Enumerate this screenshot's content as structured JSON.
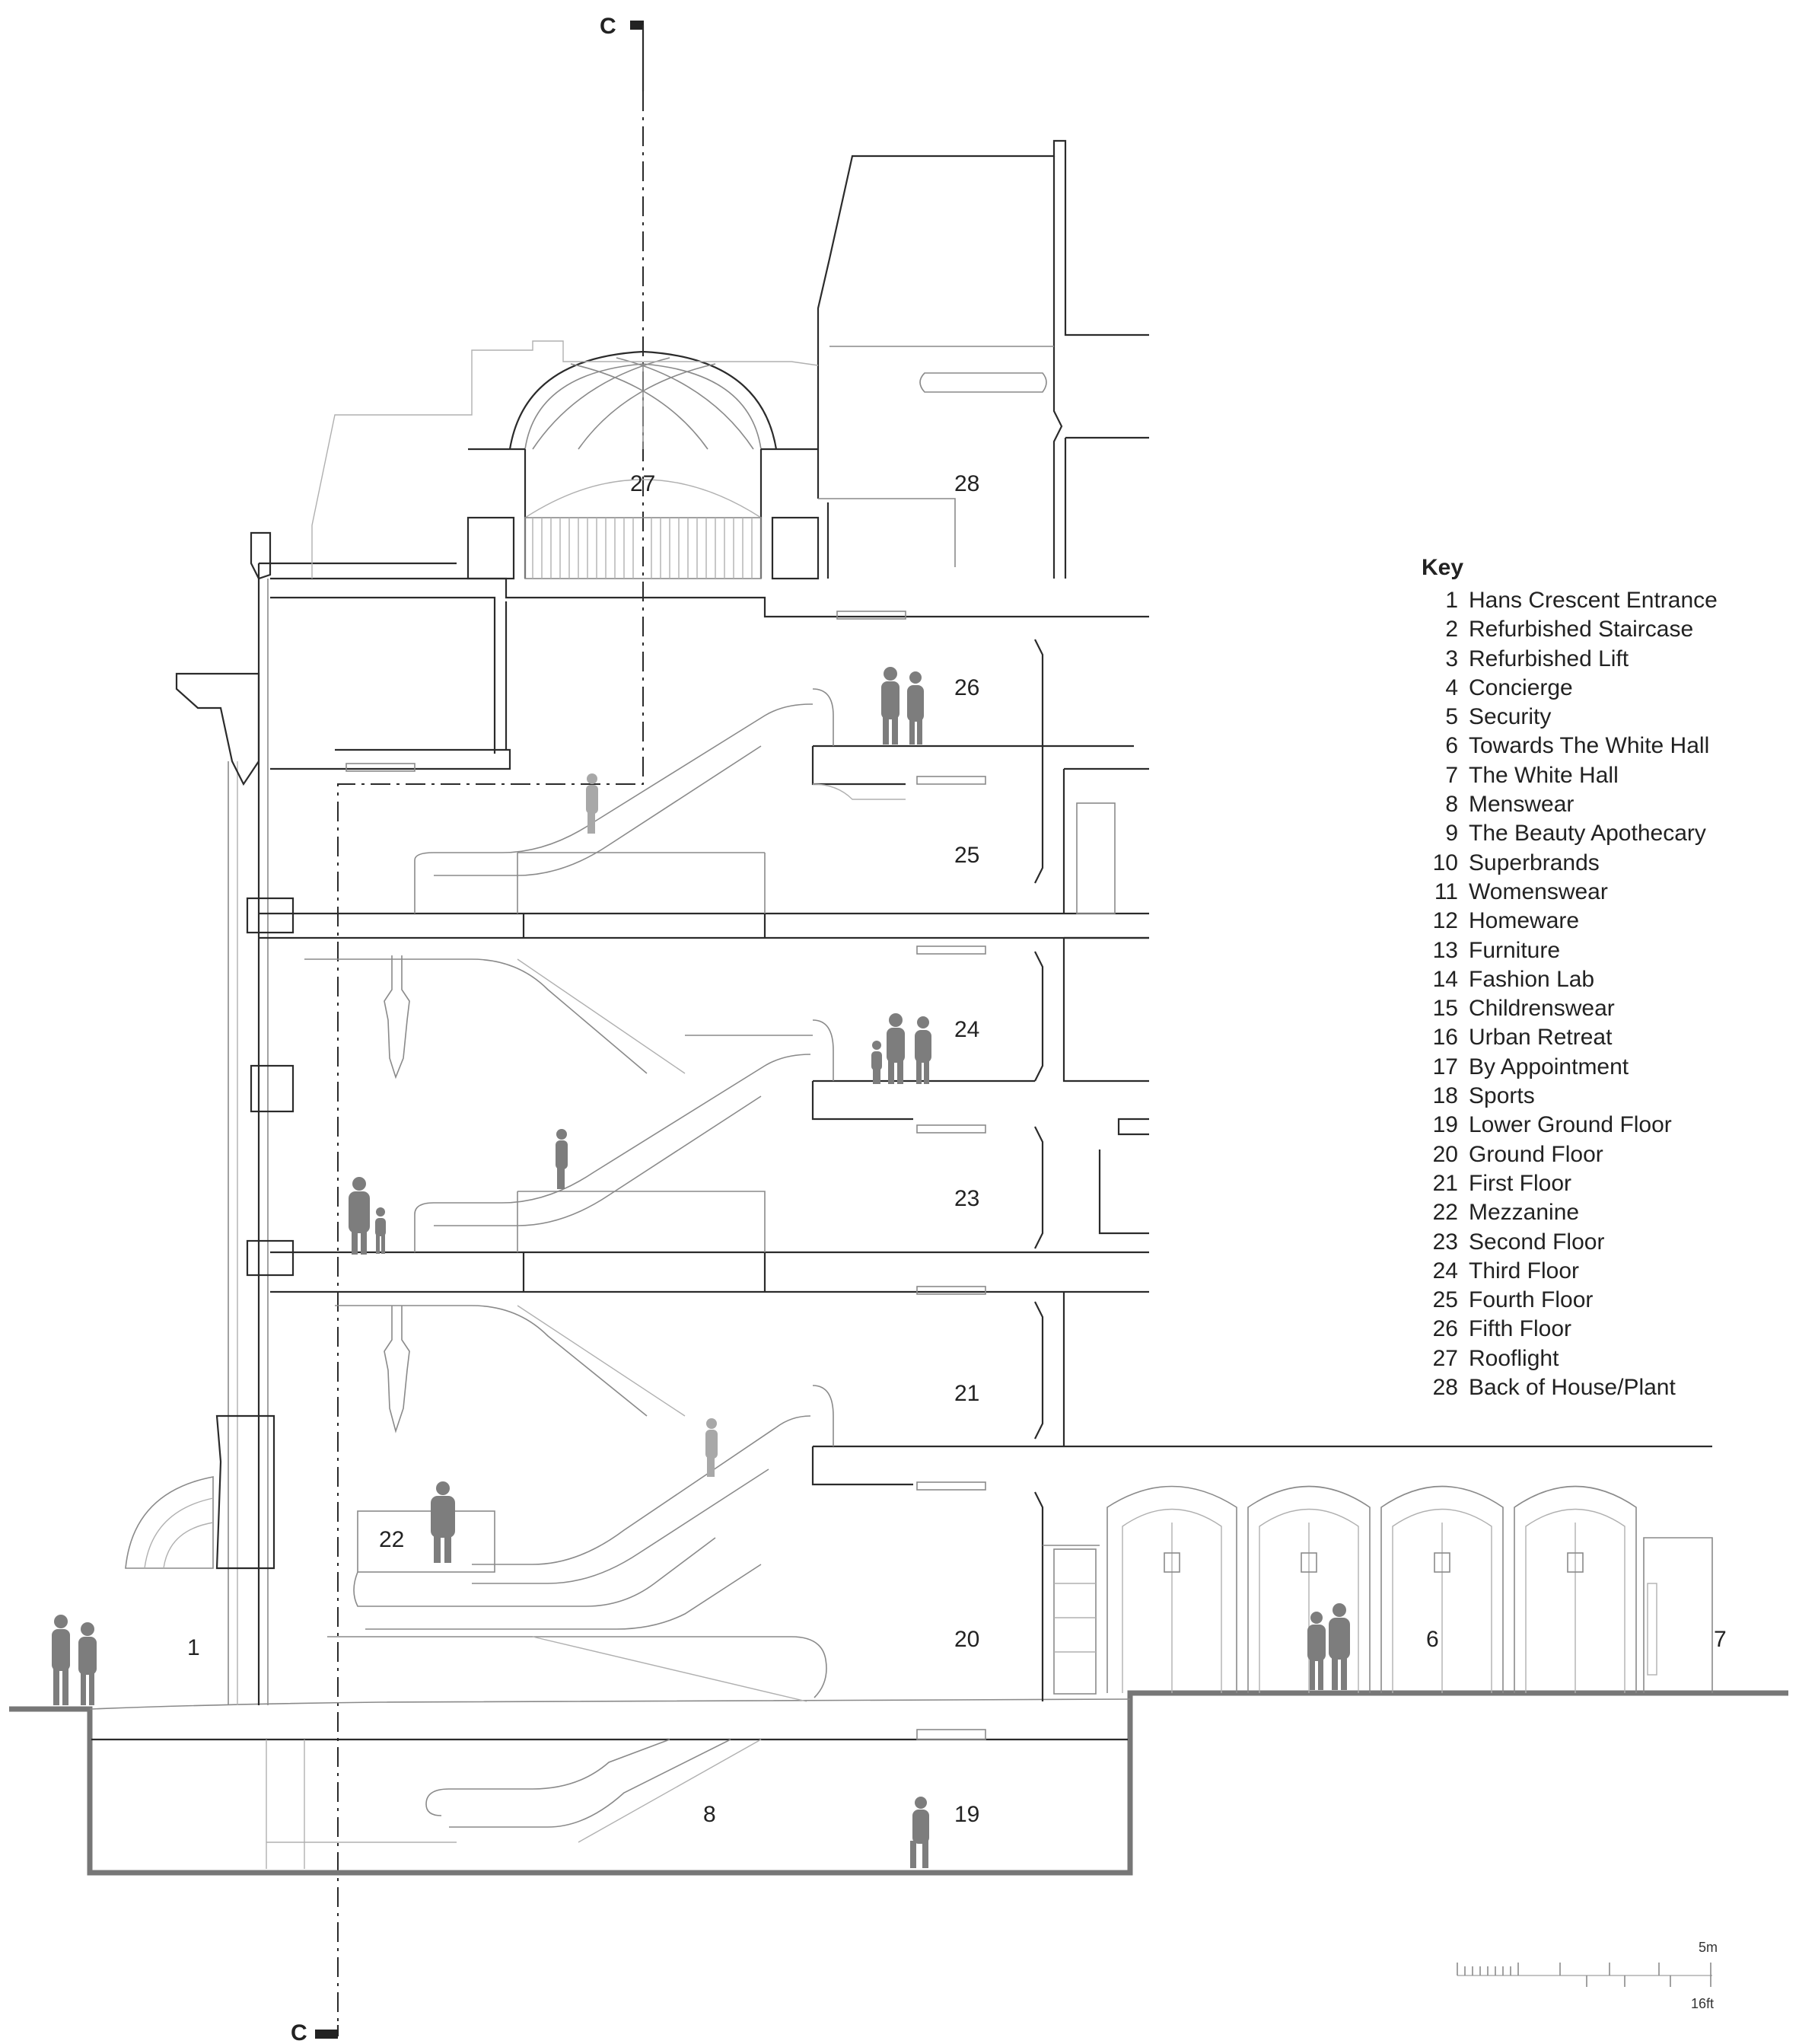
{
  "section_marker": {
    "top_letter": "C",
    "bottom_letter": "C"
  },
  "room_labels": [
    {
      "id": "1",
      "text": "1"
    },
    {
      "id": "6",
      "text": "6"
    },
    {
      "id": "7",
      "text": "7"
    },
    {
      "id": "8",
      "text": "8"
    },
    {
      "id": "19",
      "text": "19"
    },
    {
      "id": "20",
      "text": "20"
    },
    {
      "id": "21",
      "text": "21"
    },
    {
      "id": "22",
      "text": "22"
    },
    {
      "id": "23",
      "text": "23"
    },
    {
      "id": "24",
      "text": "24"
    },
    {
      "id": "25",
      "text": "25"
    },
    {
      "id": "26",
      "text": "26"
    },
    {
      "id": "27",
      "text": "27"
    },
    {
      "id": "28",
      "text": "28"
    }
  ],
  "key": {
    "title": "Key",
    "items": [
      {
        "num": "1",
        "label": "Hans Crescent Entrance"
      },
      {
        "num": "2",
        "label": "Refurbished Staircase"
      },
      {
        "num": "3",
        "label": "Refurbished Lift"
      },
      {
        "num": "4",
        "label": "Concierge"
      },
      {
        "num": "5",
        "label": "Security"
      },
      {
        "num": "6",
        "label": "Towards The White Hall"
      },
      {
        "num": "7",
        "label": "The White Hall"
      },
      {
        "num": "8",
        "label": "Menswear"
      },
      {
        "num": "9",
        "label": "The Beauty Apothecary"
      },
      {
        "num": "10",
        "label": "Superbrands"
      },
      {
        "num": "11",
        "label": "Womenswear"
      },
      {
        "num": "12",
        "label": "Homeware"
      },
      {
        "num": "13",
        "label": "Furniture"
      },
      {
        "num": "14",
        "label": "Fashion Lab"
      },
      {
        "num": "15",
        "label": "Childrenswear"
      },
      {
        "num": "16",
        "label": "Urban Retreat"
      },
      {
        "num": "17",
        "label": "By Appointment"
      },
      {
        "num": "18",
        "label": "Sports"
      },
      {
        "num": "19",
        "label": "Lower Ground Floor"
      },
      {
        "num": "20",
        "label": "Ground Floor"
      },
      {
        "num": "21",
        "label": "First Floor"
      },
      {
        "num": "22",
        "label": "Mezzanine"
      },
      {
        "num": "23",
        "label": "Second Floor"
      },
      {
        "num": "24",
        "label": "Third Floor"
      },
      {
        "num": "25",
        "label": "Fourth Floor"
      },
      {
        "num": "26",
        "label": "Fifth Floor"
      },
      {
        "num": "27",
        "label": "Rooflight"
      },
      {
        "num": "28",
        "label": "Back of House/Plant"
      }
    ]
  },
  "scale_bar": {
    "metric": "5m",
    "imperial": "16ft"
  },
  "colors": {
    "linework": "#2b2b2b",
    "light_linework": "#8a8a8a",
    "figures": "#7d7d7d",
    "ground": "#777777"
  }
}
